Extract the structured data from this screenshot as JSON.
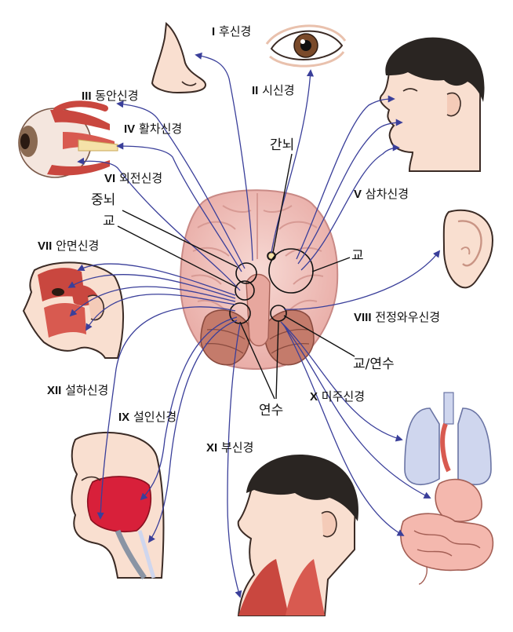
{
  "colors": {
    "nerve_line": "#3a3f9a",
    "brain": "#f2c7c2",
    "brain_stroke": "#c98a86",
    "cerebellum": "#c47b6b",
    "muscle": "#c9473f",
    "skin": "#f9dfd0",
    "hair": "#2a2522",
    "lung": "#cfd6ee",
    "tongue": "#d8203a",
    "stomach": "#f4b8ae"
  },
  "nerves": [
    {
      "numeral": "I",
      "name": "후신경",
      "target": "nose"
    },
    {
      "numeral": "II",
      "name": "시신경",
      "target": "eye"
    },
    {
      "numeral": "III",
      "name": "동안신경",
      "target": "eyeball-muscles"
    },
    {
      "numeral": "IV",
      "name": "활차신경",
      "target": "eyeball-muscles"
    },
    {
      "numeral": "V",
      "name": "삼차신경",
      "target": "face"
    },
    {
      "numeral": "VI",
      "name": "외전신경",
      "target": "eyeball-muscles"
    },
    {
      "numeral": "VII",
      "name": "안면신경",
      "target": "facial-muscles"
    },
    {
      "numeral": "VIII",
      "name": "전정와우신경",
      "target": "ear"
    },
    {
      "numeral": "IX",
      "name": "설인신경",
      "target": "throat"
    },
    {
      "numeral": "X",
      "name": "미주신경",
      "target": "viscera"
    },
    {
      "numeral": "XI",
      "name": "부신경",
      "target": "neck"
    },
    {
      "numeral": "XII",
      "name": "설하신경",
      "target": "tongue"
    }
  ],
  "regions": {
    "diencephalon": "간뇌",
    "midbrain": "중뇌",
    "pons_left": "교",
    "pons_right": "교",
    "pons_medulla": "교/연수",
    "medulla": "연수"
  }
}
